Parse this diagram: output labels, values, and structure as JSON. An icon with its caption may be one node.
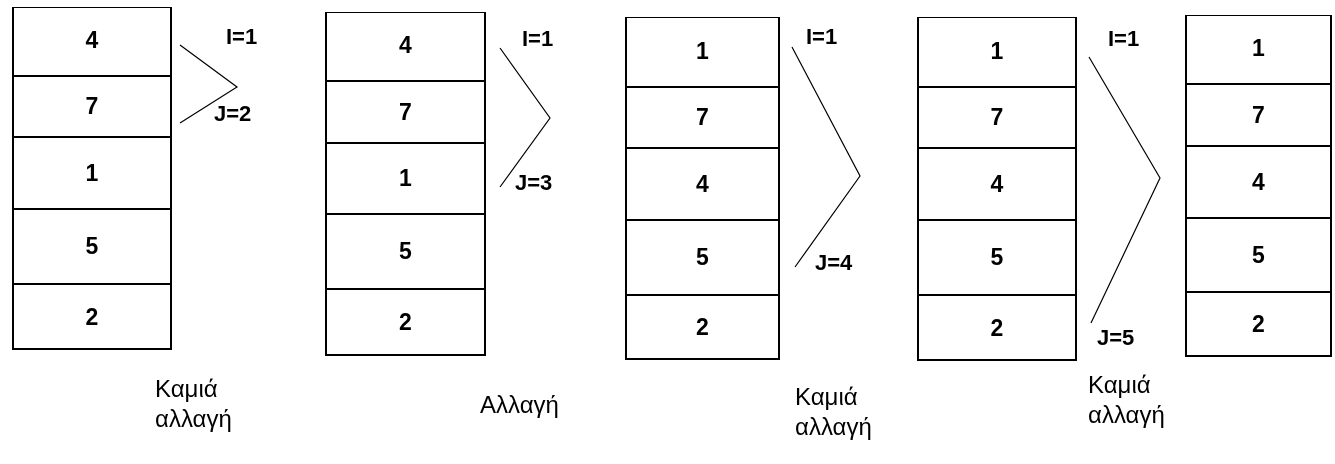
{
  "diagram": {
    "nodes": [
      {
        "text": [],
        "shape": "box"
      },
      {
        "text": [
          "4"
        ],
        "in": 0
      },
      {
        "text": [
          "7"
        ],
        "in": 0
      },
      {
        "text": [
          "1"
        ],
        "in": 0
      },
      {
        "text": [
          "5"
        ],
        "in": 0
      },
      {
        "text": [
          "2"
        ],
        "in": 0
      },
      {
        "text": [],
        "shape": "box"
      },
      {
        "text": [
          "4"
        ],
        "in": 6
      },
      {
        "text": [
          "7"
        ],
        "in": 6
      },
      {
        "text": [
          "1"
        ],
        "in": 6
      },
      {
        "text": [
          "5"
        ],
        "in": 6
      },
      {
        "text": [
          "2"
        ],
        "in": 6
      },
      {
        "text": [],
        "shape": "box"
      },
      {
        "text": [
          "1"
        ],
        "in": 12
      },
      {
        "text": [
          "7"
        ],
        "in": 12
      },
      {
        "text": [
          "4"
        ],
        "in": 12
      },
      {
        "text": [
          "5"
        ],
        "in": 12
      },
      {
        "text": [
          "2"
        ],
        "in": 12
      },
      {
        "text": [],
        "shape": "box"
      },
      {
        "text": [
          "1"
        ],
        "in": 18
      },
      {
        "text": [
          "7"
        ],
        "in": 18
      },
      {
        "text": [
          "4"
        ],
        "in": 18
      },
      {
        "text": [
          "5"
        ],
        "in": 18
      },
      {
        "text": [
          "2"
        ],
        "in": 18
      },
      {
        "text": [],
        "shape": "box"
      },
      {
        "text": [
          "1"
        ],
        "in": 24
      },
      {
        "text": [
          "7"
        ],
        "in": 24
      },
      {
        "text": [
          "4"
        ],
        "in": 24
      },
      {
        "text": [
          "5"
        ],
        "in": 24
      },
      {
        "text": [
          "2"
        ],
        "in": 24
      }
    ],
    "labels": [
      "I=1",
      "J=2",
      "Καμιά αλλαγή",
      "I=1",
      "J=3",
      "Αλλαγή",
      "I=1",
      "J=4",
      "Καμιά αλλαγή",
      "I=1",
      "J=5",
      "Καμιά αλλαγή"
    ]
  }
}
